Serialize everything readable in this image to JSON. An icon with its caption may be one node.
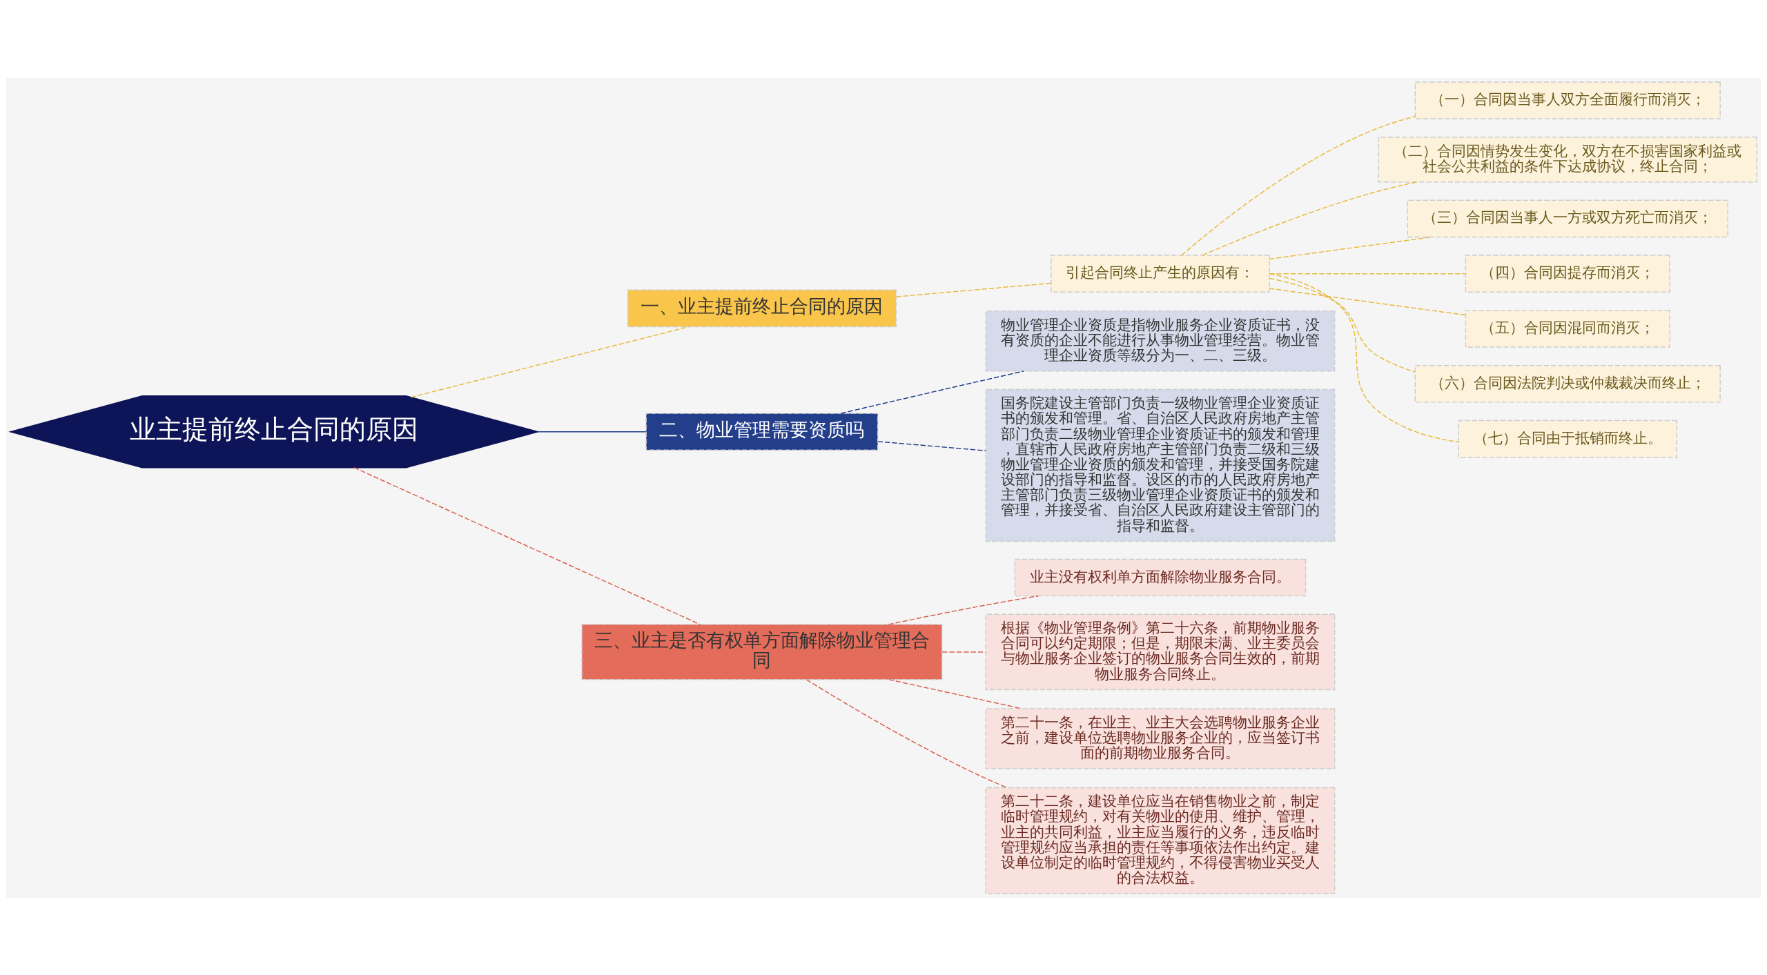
{
  "diagram": {
    "nodes": [
      {
        "text": [
          "业主提前终止合同的原因"
        ]
      },
      {
        "text": [
          "一、业主提前终止合同的原因"
        ]
      },
      {
        "text": [
          "引起合同终止产生的原因有："
        ]
      },
      {
        "text": [
          "（一）合同因当事人双方全面履行而消灭；"
        ]
      },
      {
        "text": [
          "（二）合同因情势发生变化，双方在不损害国家利益或社会公共利益的条件下达成协议，终止合同；"
        ]
      },
      {
        "text": [
          "（三）合同因当事人一方或双方死亡而消灭；"
        ]
      },
      {
        "text": [
          "（四）合同因提存而消灭；"
        ]
      },
      {
        "text": [
          "（五）合同因混同而消灭；"
        ]
      },
      {
        "text": [
          "（六）合同因法院判决或仲裁裁决而终止；"
        ]
      },
      {
        "text": [
          "（七）合同由于抵销而终止。"
        ]
      },
      {
        "text": [
          "二、物业管理需要资质吗"
        ]
      },
      {
        "text": [
          "物业管理企业资质是指物业服务企业资质证书，没有资质的企业不能进行从事物业管理经营。物业管理企业资质等级分为一、二、三级。"
        ]
      },
      {
        "text": [
          "国务院建设主管部门负责一级物业管理企业资质证书的颁发和管理。省、自治区人民政府房地产主管部门负责二级物业管理企业资质证书的颁发和管理，直辖市人民政府房地产主管部门负责二级和三级物业管理企业资质的颁发和管理，并接受国务院建设部门的指导和监督。设区的市的人民政府房地产主管部门负责三级物业管理企业资质证书的颁发和管理，并接受省、自治区人民政府建设主管部门的指导和监督。"
        ]
      },
      {
        "text": [
          "三、业主是否有权单方面解除物业管理合同"
        ]
      },
      {
        "text": [
          "业主没有权利单方面解除物业服务合同。"
        ]
      },
      {
        "text": [
          "根据《物业管理条例》第二十六条，前期物业服务合同可以约定期限；但是，期限未满、业主委员会与物业服务企业签订的物业服务合同生效的，前期物业服务合同终止。"
        ]
      },
      {
        "text": [
          "第二十一条，在业主、业主大会选聘物业服务企业之前，建设单位选聘物业服务企业的，应当签订书面的前期物业服务合同。"
        ]
      },
      {
        "text": [
          "第二十二条，建设单位应当在销售物业之前，制定临时管理规约，对有关物业的使用、维护、管理，业主的共同利益，业主应当履行的义务，违反临时管理规约应当承担的责任等事项依法作出约定。建设单位制定的临时管理规约，不得侵害物业买受人的合法权益。"
        ]
      }
    ],
    "edges": [
      {
        "from": 0,
        "to": 1,
        "arrow": "none",
        "style": "dashed"
      },
      {
        "from": 1,
        "to": 2,
        "arrow": "none",
        "style": "dashed"
      },
      {
        "from": 2,
        "to": 3,
        "arrow": "none",
        "style": "dashed"
      },
      {
        "from": 2,
        "to": 4,
        "arrow": "none",
        "style": "dashed"
      },
      {
        "from": 2,
        "to": 5,
        "arrow": "none",
        "style": "dashed"
      },
      {
        "from": 2,
        "to": 6,
        "arrow": "none",
        "style": "dashed"
      },
      {
        "from": 2,
        "to": 7,
        "arrow": "none",
        "style": "dashed"
      },
      {
        "from": 2,
        "to": 8,
        "arrow": "none",
        "style": "dashed"
      },
      {
        "from": 2,
        "to": 9,
        "arrow": "none",
        "style": "dashed"
      },
      {
        "from": 0,
        "to": 10,
        "arrow": "none",
        "color": "#1f3a8a"
      },
      {
        "from": 10,
        "to": 11,
        "arrow": "none",
        "style": "dashed",
        "color": "#1f3a8a"
      },
      {
        "from": 10,
        "to": 12,
        "arrow": "none",
        "style": "dashed",
        "color": "#1f3a8a"
      },
      {
        "from": 0,
        "to": 13,
        "arrow": "none",
        "style": "dashed",
        "color": "#d9604e"
      },
      {
        "from": 13,
        "to": 14,
        "arrow": "none",
        "style": "dashed",
        "color": "#d9604e"
      },
      {
        "from": 13,
        "to": 15,
        "arrow": "none",
        "style": "dashed",
        "color": "#d9604e"
      },
      {
        "from": 13,
        "to": 16,
        "arrow": "none",
        "style": "dashed",
        "color": "#d9604e"
      },
      {
        "from": 13,
        "to": 17,
        "arrow": "none",
        "style": "dashed",
        "color": "#d9604e"
      }
    ]
  }
}
